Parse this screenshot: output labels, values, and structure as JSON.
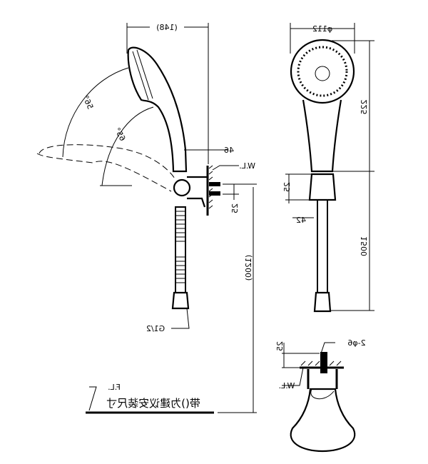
{
  "dimensions": {
    "head_reach": "(148)",
    "angle_outer": "56°",
    "angle_inner": "65°",
    "bracket_offset": "46",
    "wall_line": "W.L.",
    "bolt_spacing": "25",
    "hose_length": "(1200)",
    "thread": "G1/2",
    "floor_line": "F.L.",
    "install_note": "带()为建议安装尺寸",
    "head_diameter": "φ112",
    "handle_length": "225",
    "bracket_height": "25",
    "bracket_width": "42",
    "total_length": "1500",
    "detail_depth": "25",
    "detail_holes": "2-φ6",
    "detail_wall_line": "W.L."
  }
}
